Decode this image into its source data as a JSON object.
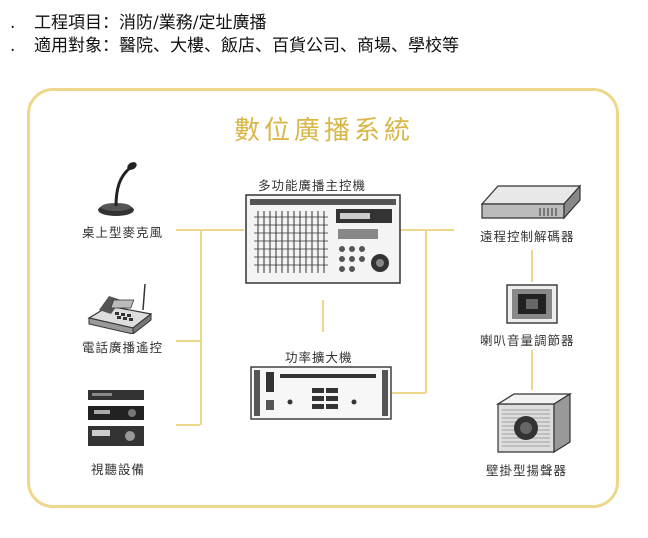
{
  "header": {
    "bullets": [
      {
        "marker": ".",
        "text": "工程項目：消防/業務/定址廣播"
      },
      {
        "marker": ".",
        "text": "適用對象：醫院、大樓、飯店、百貨公司、商場、學校等"
      }
    ]
  },
  "diagram": {
    "title": "數位廣播系統",
    "colors": {
      "frame": "#ecd78a",
      "title": "#d8b648"
    },
    "nodes": {
      "microphone": {
        "label": "桌上型麥克風",
        "icon": "desk-microphone-icon"
      },
      "phone_remote": {
        "label": "電話廣播遙控",
        "icon": "telephone-icon"
      },
      "av_equipment": {
        "label": "視聽設備",
        "icon": "av-equipment-icon"
      },
      "main_controller": {
        "label": "多功能廣播主控機",
        "icon": "mixer-console-icon"
      },
      "amplifier": {
        "label": "功率擴大機",
        "icon": "rack-amplifier-icon"
      },
      "remote_decoder": {
        "label": "遠程控制解碼器",
        "icon": "decoder-box-icon"
      },
      "volume_controller": {
        "label": "喇叭音量調節器",
        "icon": "volume-knob-icon"
      },
      "wall_speaker": {
        "label": "壁掛型揚聲器",
        "icon": "wall-speaker-icon"
      }
    }
  }
}
